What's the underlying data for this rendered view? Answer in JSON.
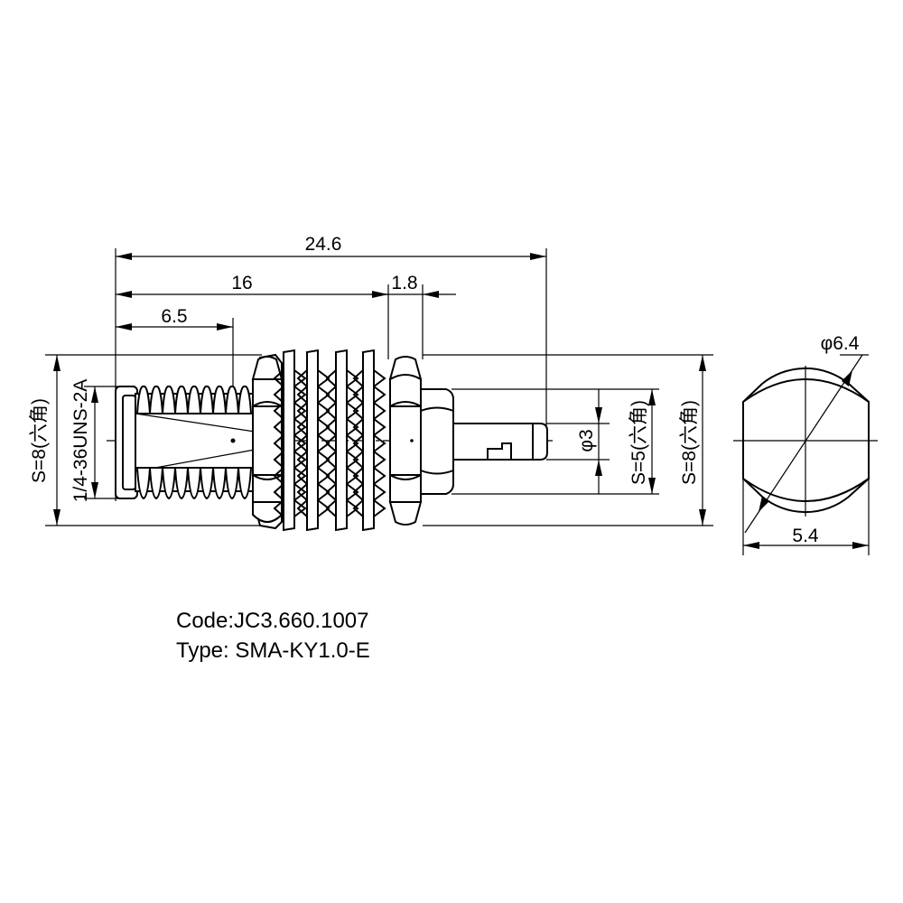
{
  "dimensions": {
    "overall_length": "24.6",
    "body_length": "16",
    "flange_length": "1.8",
    "thread_length": "6.5",
    "pin_diameter": "φ3",
    "flat_diameter": "φ6.4",
    "flat_width": "5.4",
    "thread_spec": "1/4-36UNS-2A",
    "hex_left": "S=8(六角)",
    "hex_rear_small": "S=5(六角)",
    "hex_rear_large": "S=8(六角)"
  },
  "caption": {
    "code": "Code:JC3.660.1007",
    "type": "Type: SMA-KY1.0-E"
  }
}
